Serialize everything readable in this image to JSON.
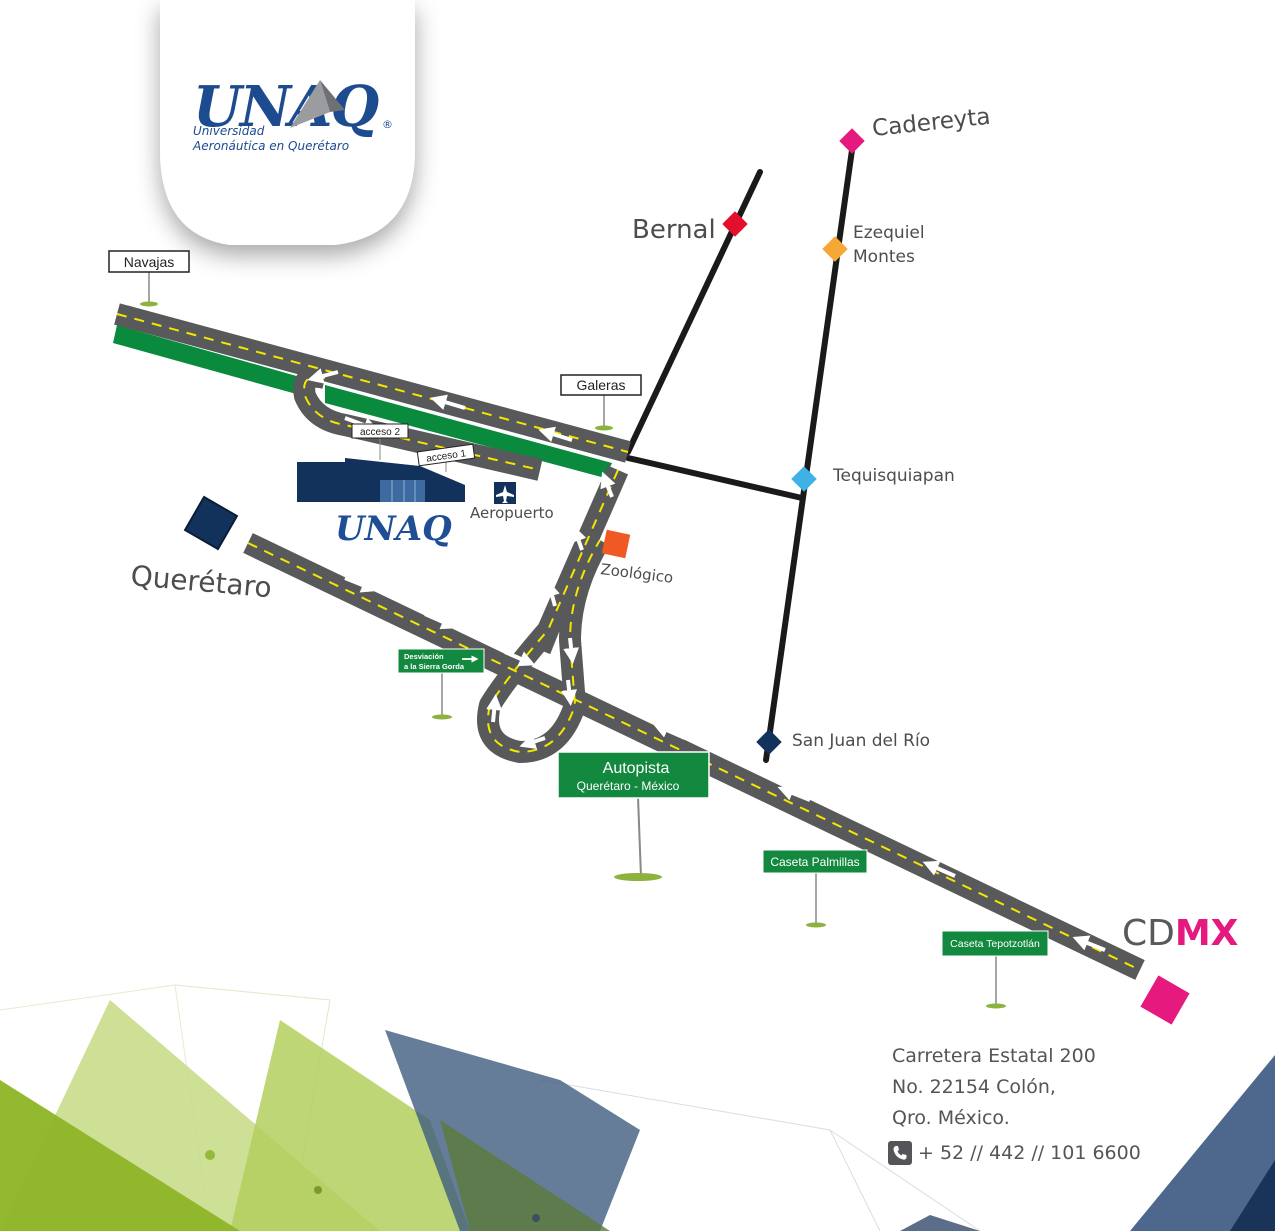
{
  "logo": {
    "wordmark": "UNAQ",
    "line1": "Universidad",
    "line2": "Aeronáutica en Querétaro",
    "registered": "®"
  },
  "places": {
    "cadereyta": "Cadereyta",
    "bernal": "Bernal",
    "ezequiel_1": "Ezequiel",
    "ezequiel_2": "Montes",
    "tequisquiapan": "Tequisquiapan",
    "queretaro": "Querétaro",
    "zoologico": "Zoológico",
    "san_juan": "San Juan del Río",
    "aeropuerto": "Aeropuerto",
    "campus": "UNAQ",
    "cdmx_1": "CD",
    "cdmx_2": "MX"
  },
  "signs": {
    "navajas": "Navajas",
    "galeras": "Galeras",
    "acceso2": "acceso 2",
    "acceso1": "acceso 1",
    "desviacion_1": "Desviación",
    "desviacion_2": "a la Sierra Gorda",
    "autopista_1": "Autopista",
    "autopista_2": "Querétaro  -  México",
    "palmillas": "Caseta Palmillas",
    "tepotzotlan": "Caseta Tepotzotlán"
  },
  "address": {
    "line1": "Carretera Estatal 200",
    "line2": "No. 22154  Colón,",
    "line3": "Qro. México.",
    "phone": "+ 52 // 442 // 101 6600"
  },
  "colors": {
    "road": "#58595b",
    "lane": "#f5e600",
    "green": "#0a8a3c",
    "navy": "#12325b",
    "campus_blue": "#1f4e96",
    "magenta": "#e5197e",
    "red": "#e30f2c",
    "orange": "#f6a834",
    "cyan": "#3fb1e5",
    "zoo": "#ef5a24",
    "sign_green": "#13893f"
  }
}
